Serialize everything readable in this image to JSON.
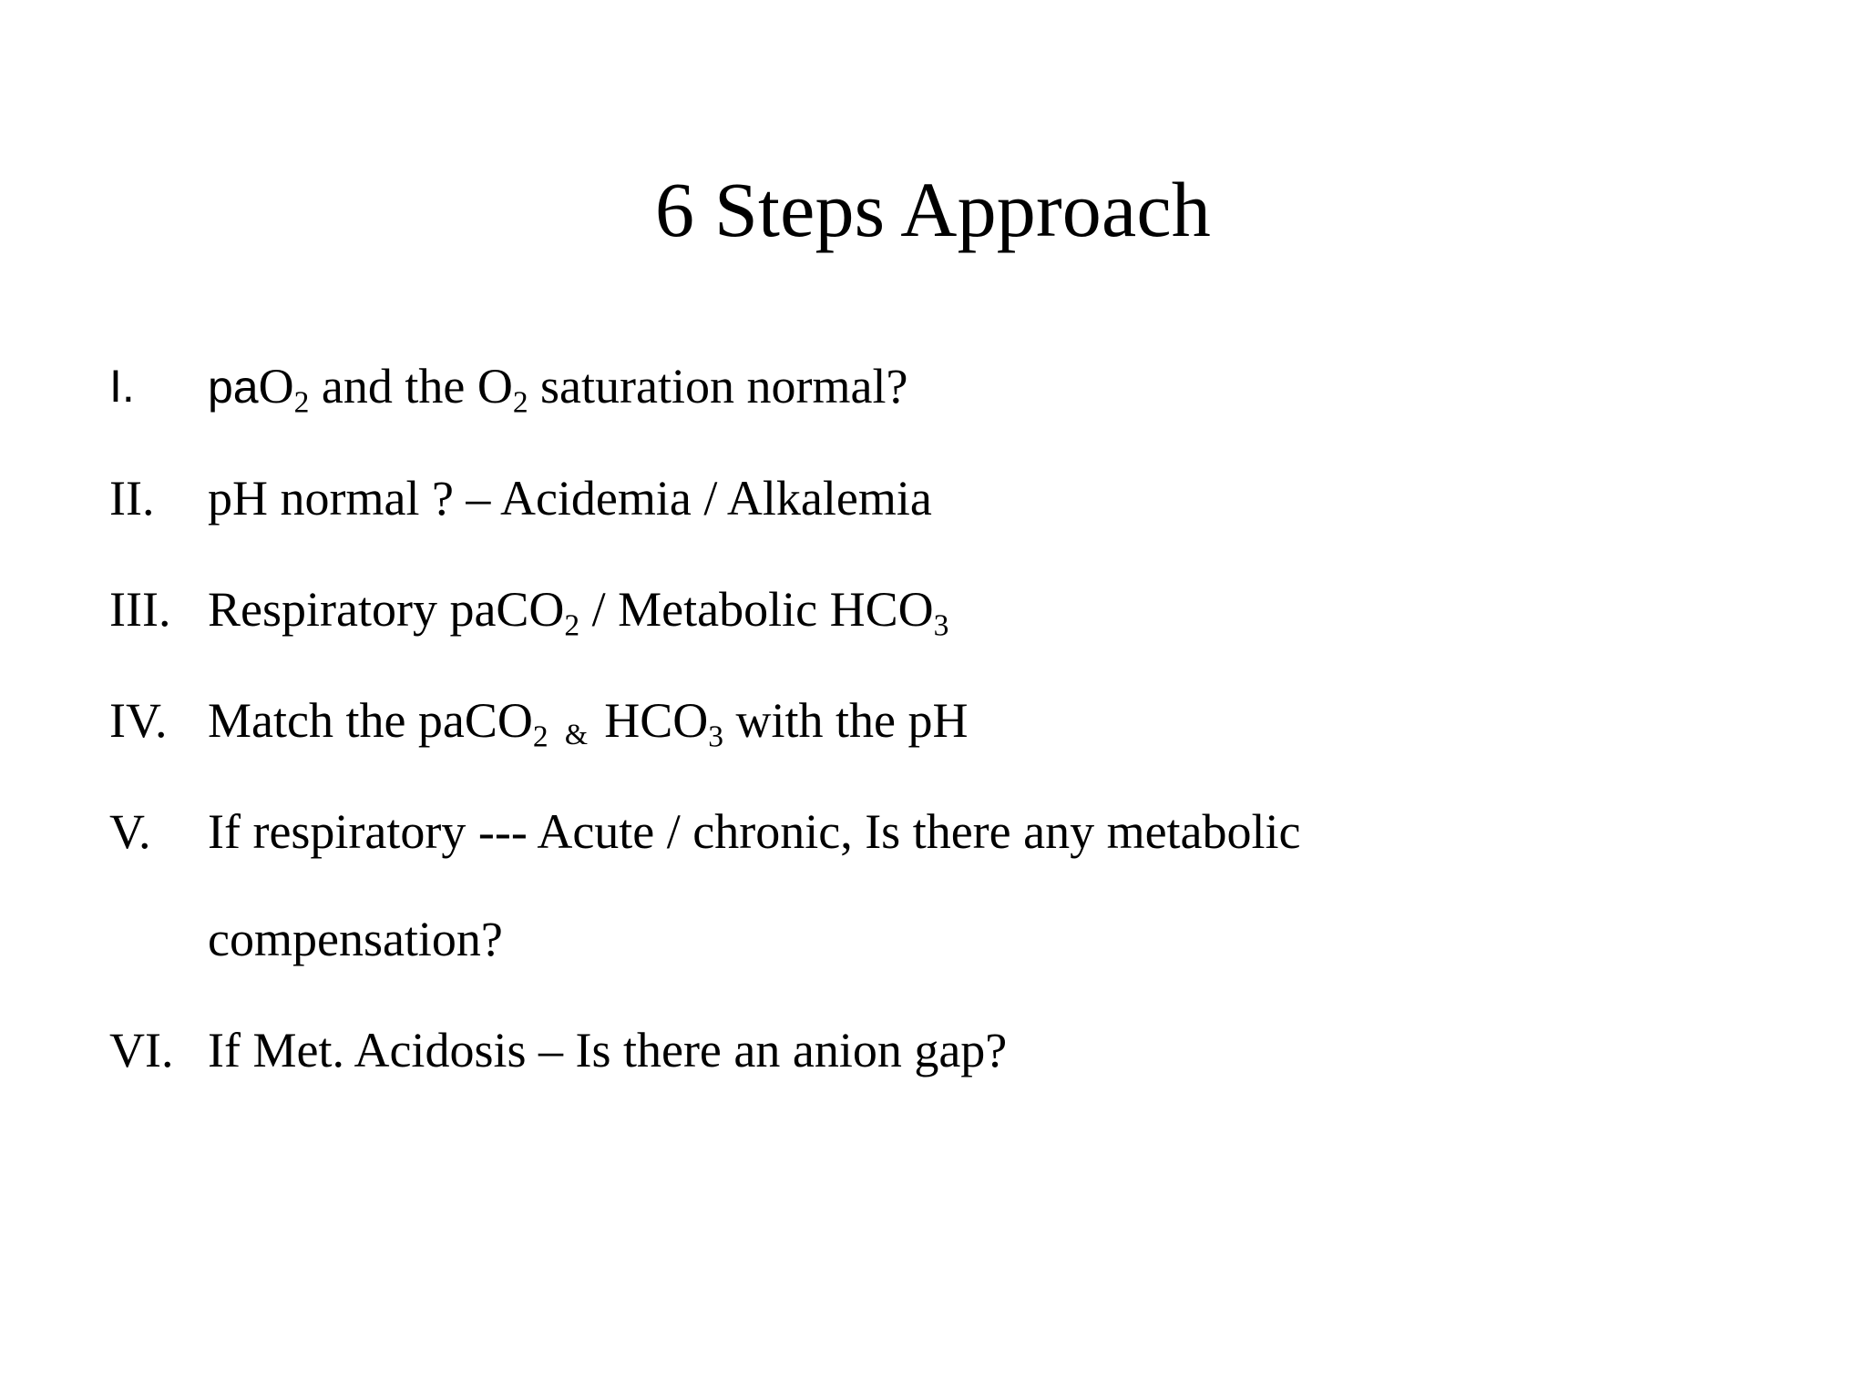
{
  "slide": {
    "title": "6 Steps Approach",
    "background_color": "#FFFFFF",
    "text_color": "#000000"
  },
  "steps": [
    {
      "numeral": "I.",
      "numeral_style": "sans",
      "text_plain": "paO2  and the O2 saturation normal?",
      "parts": {
        "pa": "pa",
        "o_1": "O",
        "sub_1": "2",
        "mid": " and the ",
        "o_2": "O",
        "sub_2": "2",
        "tail": " saturation normal?"
      }
    },
    {
      "numeral": "II.",
      "numeral_style": "serif",
      "text_plain": "pH normal ?  – Acidemia / Alkalemia",
      "parts": {
        "body": "pH normal ?  – Acidemia / Alkalemia"
      }
    },
    {
      "numeral": "III.",
      "numeral_style": "serif",
      "text_plain": "Respiratory  paCO2 / Metabolic HCO3",
      "parts": {
        "lead": "Respiratory  paCO",
        "sub_1": "2",
        "mid": " / Metabolic HCO",
        "sub_2": "3"
      }
    },
    {
      "numeral": "IV.",
      "numeral_style": "serif",
      "text_plain": "Match the paCO2 & HCO3 with the pH",
      "parts": {
        "lead": "Match the paCO",
        "sub_1": "2",
        "amp": "&",
        "mid": "HCO",
        "sub_2": "3",
        "tail": " with the pH"
      }
    },
    {
      "numeral": "V.",
      "numeral_style": "serif",
      "text_plain": "If respiratory --- Acute / chronic, Is there any metabolic compensation?",
      "parts": {
        "line1": "If respiratory --- Acute / chronic, Is there any metabolic",
        "line2": "compensation?"
      }
    },
    {
      "numeral": "VI.",
      "numeral_style": "serif",
      "text_plain": "If Met. Acidosis – Is there an anion gap?",
      "parts": {
        "body": "If Met. Acidosis – Is there an anion gap?"
      }
    }
  ]
}
